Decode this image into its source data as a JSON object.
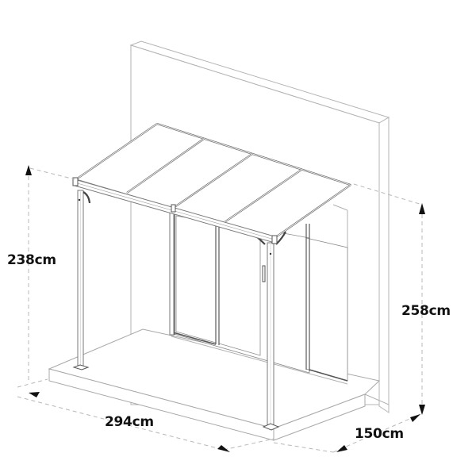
{
  "diagram": {
    "title": "Wall-mounted patio canopy dimension drawing",
    "subject": "Lean-to patio cover with 4 roof panels mounted on wall above sliding glass doors, on raised base slab",
    "colors": {
      "line": "#7a7a7a",
      "wall_line": "#b4b4b4",
      "dimension_line": "#b8b8b8",
      "arrow": "#111111",
      "label": "#111111",
      "background": "#ffffff"
    },
    "components": {
      "roof_panels": 4,
      "front_posts": 2,
      "wall": "back wall",
      "doors": "sliding glass doors",
      "base": "raised floor slab"
    },
    "dimensions": {
      "front_height": {
        "label": "238cm",
        "measures": "height at front posts"
      },
      "back_height": {
        "label": "258cm",
        "measures": "height at wall attachment"
      },
      "width": {
        "label": "294cm",
        "measures": "overall width"
      },
      "depth": {
        "label": "150cm",
        "measures": "projection depth"
      }
    }
  }
}
